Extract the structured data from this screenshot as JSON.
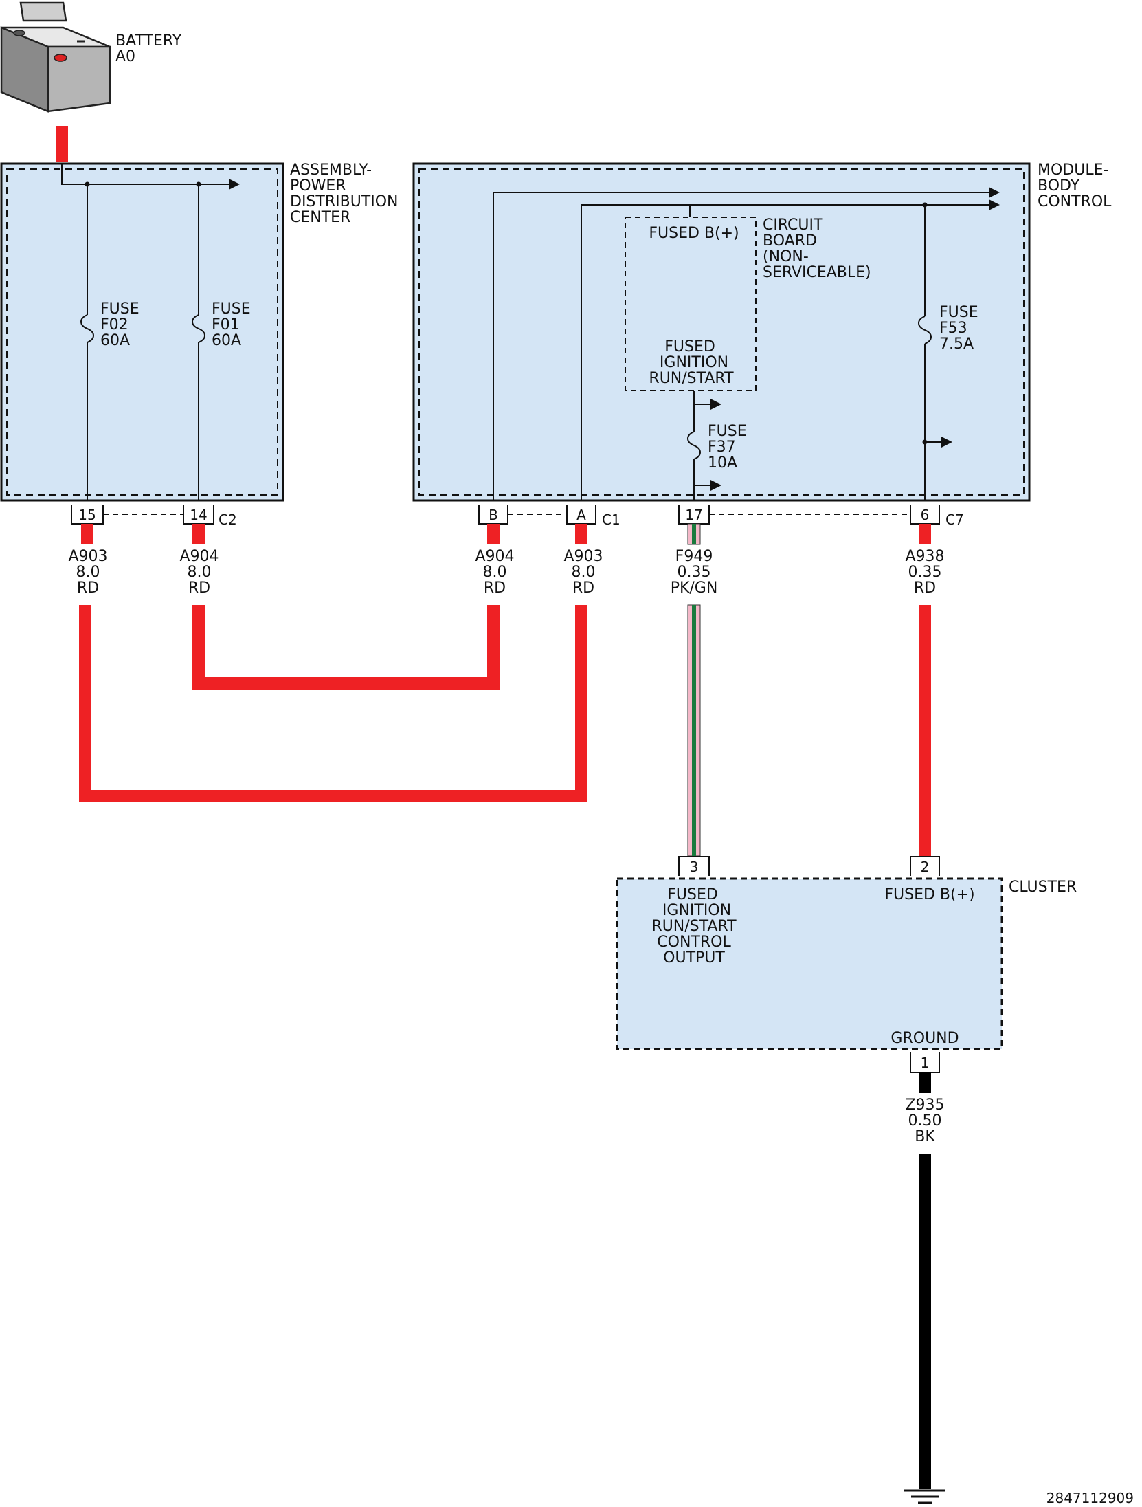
{
  "colors": {
    "module_fill": "#d4e5f5",
    "wire_red": "#ee2124",
    "wire_black": "#000000",
    "wire_green": "#1b7a3e",
    "wire_pink": "#f4b8c8"
  },
  "battery": {
    "name": "BATTERY",
    "id": "A0",
    "icon": "battery-icon"
  },
  "pdc": {
    "name": [
      "ASSEMBLY-",
      "POWER",
      "DISTRIBUTION",
      "CENTER"
    ],
    "connector": "C2",
    "fuses": [
      {
        "label": "FUSE",
        "id": "F02",
        "rating": "60A"
      },
      {
        "label": "FUSE",
        "id": "F01",
        "rating": "60A"
      }
    ],
    "pins": [
      "15",
      "14"
    ]
  },
  "bcm": {
    "name": [
      "MODULE-",
      "BODY",
      "CONTROL"
    ],
    "circuit_board": [
      "CIRCUIT",
      "BOARD",
      "(NON-",
      "SERVICEABLE)"
    ],
    "fused_b": "FUSED B(+)",
    "fused_ign": [
      "FUSED",
      "IGNITION",
      "RUN/START"
    ],
    "fuse_f37": {
      "label": "FUSE",
      "id": "F37",
      "rating": "10A"
    },
    "fuse_f53": {
      "label": "FUSE",
      "id": "F53",
      "rating": "7.5A"
    },
    "connectors": [
      "C1",
      "C7"
    ],
    "pins_c1": [
      "B",
      "A"
    ],
    "pins_other": [
      "17",
      "6"
    ]
  },
  "wires": [
    {
      "circuit": "A903",
      "gauge": "8.0",
      "color": "RD"
    },
    {
      "circuit": "A904",
      "gauge": "8.0",
      "color": "RD"
    },
    {
      "circuit": "A904",
      "gauge": "8.0",
      "color": "RD"
    },
    {
      "circuit": "A903",
      "gauge": "8.0",
      "color": "RD"
    },
    {
      "circuit": "F949",
      "gauge": "0.35",
      "color": "PK/GN"
    },
    {
      "circuit": "A938",
      "gauge": "0.35",
      "color": "RD"
    },
    {
      "circuit": "Z935",
      "gauge": "0.50",
      "color": "BK"
    }
  ],
  "cluster": {
    "name": "CLUSTER",
    "pins": [
      "3",
      "2",
      "1"
    ],
    "ign_output": [
      "FUSED",
      "IGNITION",
      "RUN/START",
      "CONTROL",
      "OUTPUT"
    ],
    "fused_b": "FUSED B(+)",
    "ground": "GROUND"
  },
  "ground_symbol": "ground-icon",
  "diagram_id": "2847112909"
}
